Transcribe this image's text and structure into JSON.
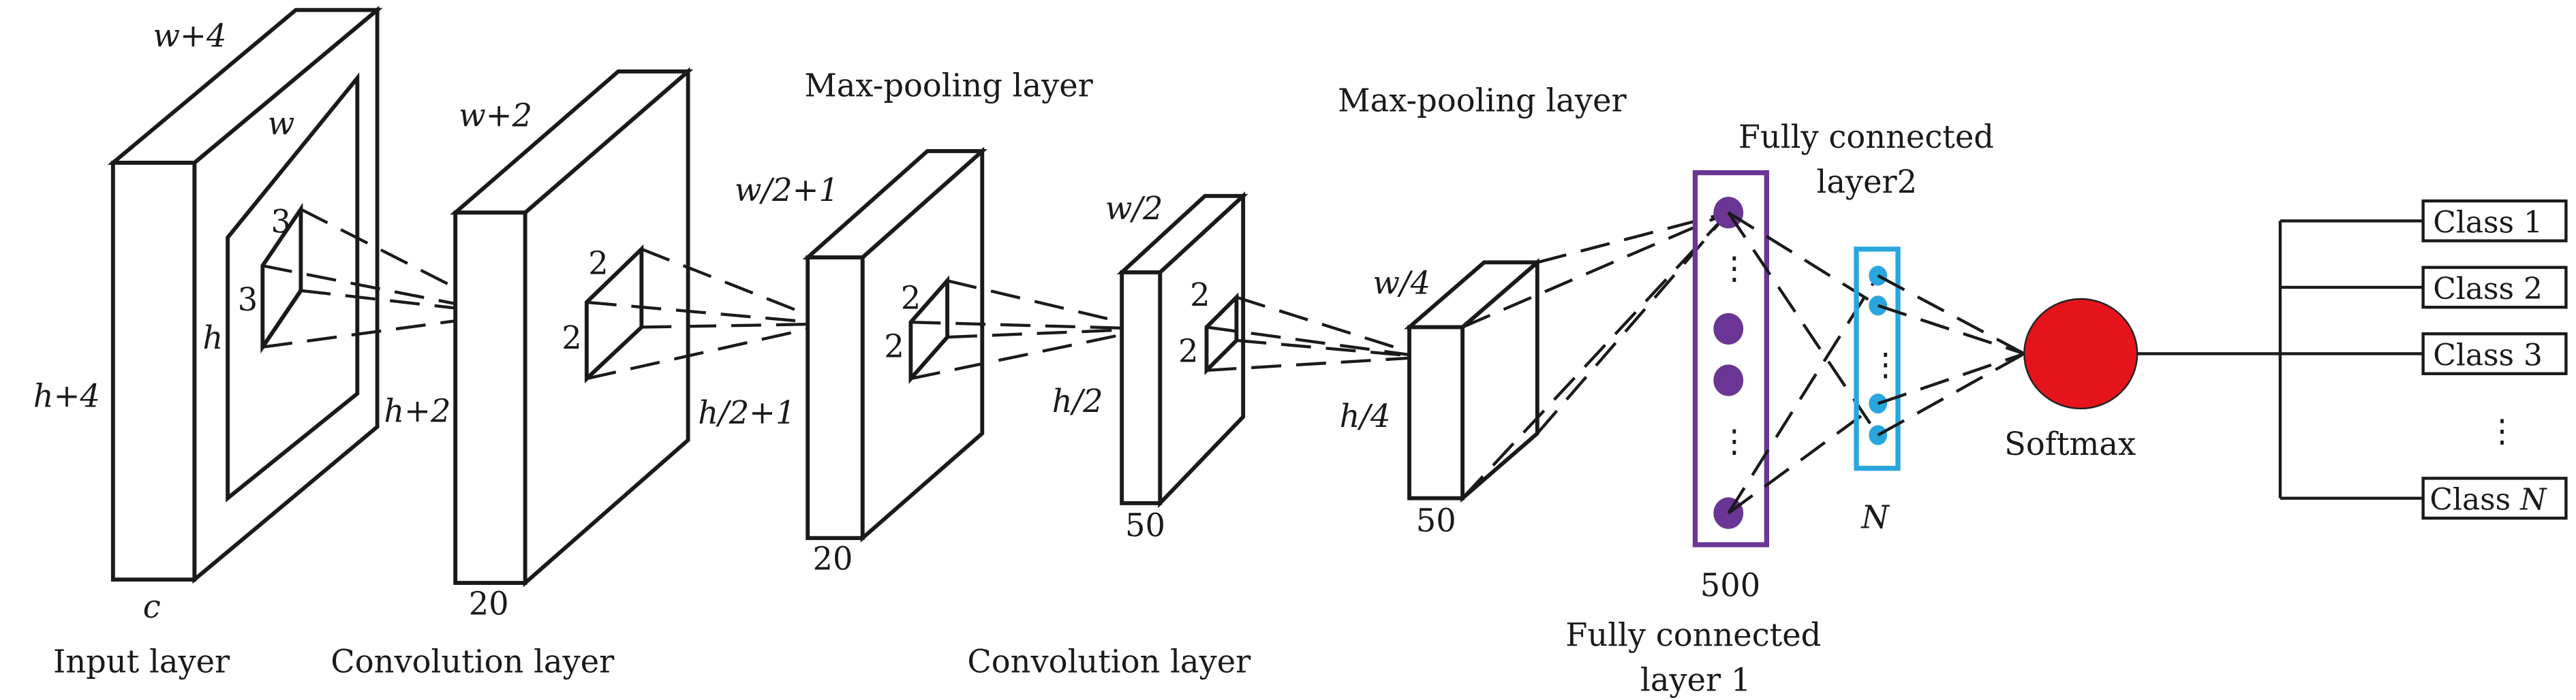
{
  "diagram": {
    "title": "CNN architecture",
    "colors": {
      "stroke": "#1a1a1a",
      "fc1_box": "#6a3595",
      "fc1_node": "#6a3595",
      "fc2_box": "#29a6de",
      "fc2_node": "#29a6de",
      "softmax": "#e5141b"
    },
    "layers": [
      {
        "id": "input",
        "name": "Input layer",
        "width_label": "w+4",
        "height_label": "h+4",
        "depth_label": "c",
        "inner_width_label": "w",
        "inner_height_label": "h",
        "kernel_w": "3",
        "kernel_h": "3"
      },
      {
        "id": "conv1",
        "name": "Convolution layer",
        "width_label": "w+2",
        "height_label": "h+2",
        "depth_label": "20",
        "kernel_w": "2",
        "kernel_h": "2"
      },
      {
        "id": "pool1",
        "name": "Max-pooling layer",
        "width_label": "w/2+1",
        "height_label": "h/2+1",
        "depth_label": "20",
        "kernel_w": "2",
        "kernel_h": "2"
      },
      {
        "id": "conv2",
        "name": "Convolution layer",
        "width_label": "w/2",
        "height_label": "h/2",
        "depth_label": "50",
        "kernel_w": "2",
        "kernel_h": "2"
      },
      {
        "id": "pool2",
        "name": "Max-pooling layer",
        "width_label": "w/4",
        "height_label": "h/4",
        "depth_label": "50"
      },
      {
        "id": "fc1",
        "name_line1": "Fully connected",
        "name_line2": "layer 1",
        "size_label": "500",
        "ellipsis": "⋮"
      },
      {
        "id": "fc2",
        "name_line1": "Fully connected",
        "name_line2": "layer2",
        "size_label": "N",
        "ellipsis": "⋮"
      },
      {
        "id": "softmax",
        "name": "Softmax"
      }
    ],
    "classes": [
      {
        "prefix": "Class ",
        "suffix": "1",
        "italic": false
      },
      {
        "prefix": "Class ",
        "suffix": "2",
        "italic": false
      },
      {
        "prefix": "Class ",
        "suffix": "3",
        "italic": false
      },
      {
        "prefix": "Class ",
        "suffix": "N",
        "italic": true
      }
    ],
    "classes_ellipsis": "⋮"
  }
}
